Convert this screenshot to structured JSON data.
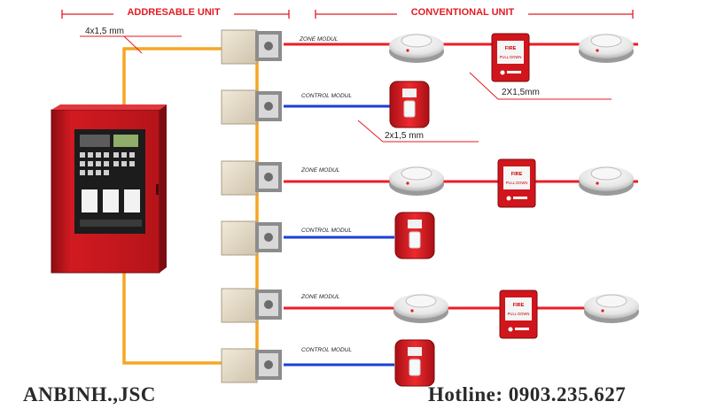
{
  "header": {
    "addressable_label": "ADDRESABLE UNIT",
    "conventional_label": "CONVENTIONAL UNIT"
  },
  "cables": {
    "loop_cable": "4x1,5 mm",
    "zone_cable": "2X1,5mm",
    "control_cable": "2x1,5 mm"
  },
  "modules": {
    "zone_label": "ZONE MODUL",
    "control_label": "CONTROL MODUL"
  },
  "call_point": {
    "line1": "FIRE",
    "line2": "PULL DOWN"
  },
  "footer": {
    "company": "ANBINH.,JSC",
    "hotline": "Hotline: 0903.235.627"
  },
  "colors": {
    "loop_wire": "#f5a623",
    "zone_wire": "#ee1c24",
    "control_wire": "#1a3fd6",
    "panel_red": "#c7161d",
    "module_beige": "#e7dcc8"
  }
}
